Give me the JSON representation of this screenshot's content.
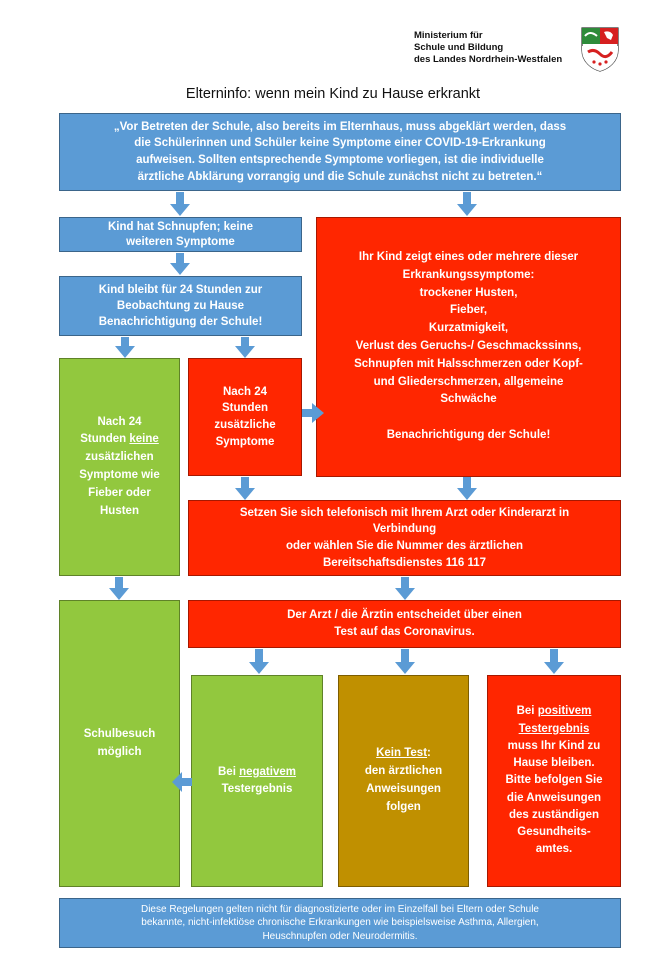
{
  "colors": {
    "blue": "#5b9bd5",
    "red": "#ff2600",
    "green": "#92c83e",
    "gold": "#c09000",
    "arrow": "#5b9bd5"
  },
  "header": {
    "ministry_lines": [
      "Ministerium für",
      "Schule und Bildung",
      "des Landes Nordrhein-Westfalen"
    ],
    "logo_icon": "nrw-coat-of-arms-icon"
  },
  "title": "Elterninfo: wenn mein Kind zu Hause erkrankt",
  "intro": [
    "„Vor Betreten der Schule, also bereits im Elternhaus, muss abgeklärt werden, dass",
    "die Schülerinnen und Schüler keine Symptome einer COVID-19-Erkrankung",
    "aufweisen. Sollten entsprechende Symptome vorliegen, ist die individuelle",
    "ärztliche Abklärung vorrangig und die Schule zunächst nicht zu betreten.“"
  ],
  "cold": [
    "Kind hat Schnupfen; keine",
    "weiteren Symptome"
  ],
  "observe": [
    "Kind bleibt für 24 Stunden zur",
    "Beobachtung zu Hause",
    "Benachrichtigung der Schule!"
  ],
  "symptoms": {
    "lines": [
      "Ihr Kind zeigt eines oder mehrere dieser",
      "Erkrankungssymptome:",
      "trockener Husten,",
      "Fieber,",
      "Kurzatmigkeit,",
      "Verlust des Geruchs-/ Geschmackssinns,",
      "Schnupfen mit Halsschmerzen oder Kopf-",
      "und Gliederschmerzen, allgemeine",
      "Schwäche"
    ],
    "notify": "Benachrichtigung der Schule!"
  },
  "no_symptoms": {
    "line1": "Nach 24",
    "line2_pre": "Stunden ",
    "line2_ul": "keine",
    "rest": [
      "zusätzlichen",
      "Symptome wie",
      "Fieber oder",
      "Husten"
    ]
  },
  "extra_symptoms": [
    "Nach 24",
    "Stunden",
    "zusätzliche",
    "Symptome"
  ],
  "doctor": [
    "Setzen Sie sich telefonisch mit Ihrem Arzt oder Kinderarzt in",
    "Verbindung",
    "oder wählen Sie die Nummer des ärztlichen",
    "Bereitschaftsdienstes 116 117"
  ],
  "decision": [
    "Der Arzt / die Ärztin entscheidet über einen",
    "Test auf das Coronavirus."
  ],
  "school": [
    "Schulbesuch",
    "möglich"
  ],
  "negative": {
    "pre": "Bei ",
    "ul": "negativem",
    "line2": "Testergebnis"
  },
  "no_test": {
    "ul": "Kein Test",
    "post": ":",
    "rest": [
      "den ärztlichen",
      "Anweisungen",
      "folgen"
    ]
  },
  "positive": {
    "pre": "Bei ",
    "ul1": "positivem",
    "ul2": "Testergebnis",
    "rest": [
      "muss Ihr Kind zu",
      "Hause bleiben.",
      "Bitte befolgen Sie",
      "die Anweisungen",
      "des zuständigen",
      "Gesundheits-",
      "amtes."
    ]
  },
  "footer": [
    "Diese Regelungen gelten nicht für diagnostizierte oder im Einzelfall bei Eltern oder Schule",
    "bekannte, nicht-infektiöse chronische Erkrankungen wie beispielsweise Asthma, Allergien,",
    "Heuschnupfen oder Neurodermitis."
  ]
}
